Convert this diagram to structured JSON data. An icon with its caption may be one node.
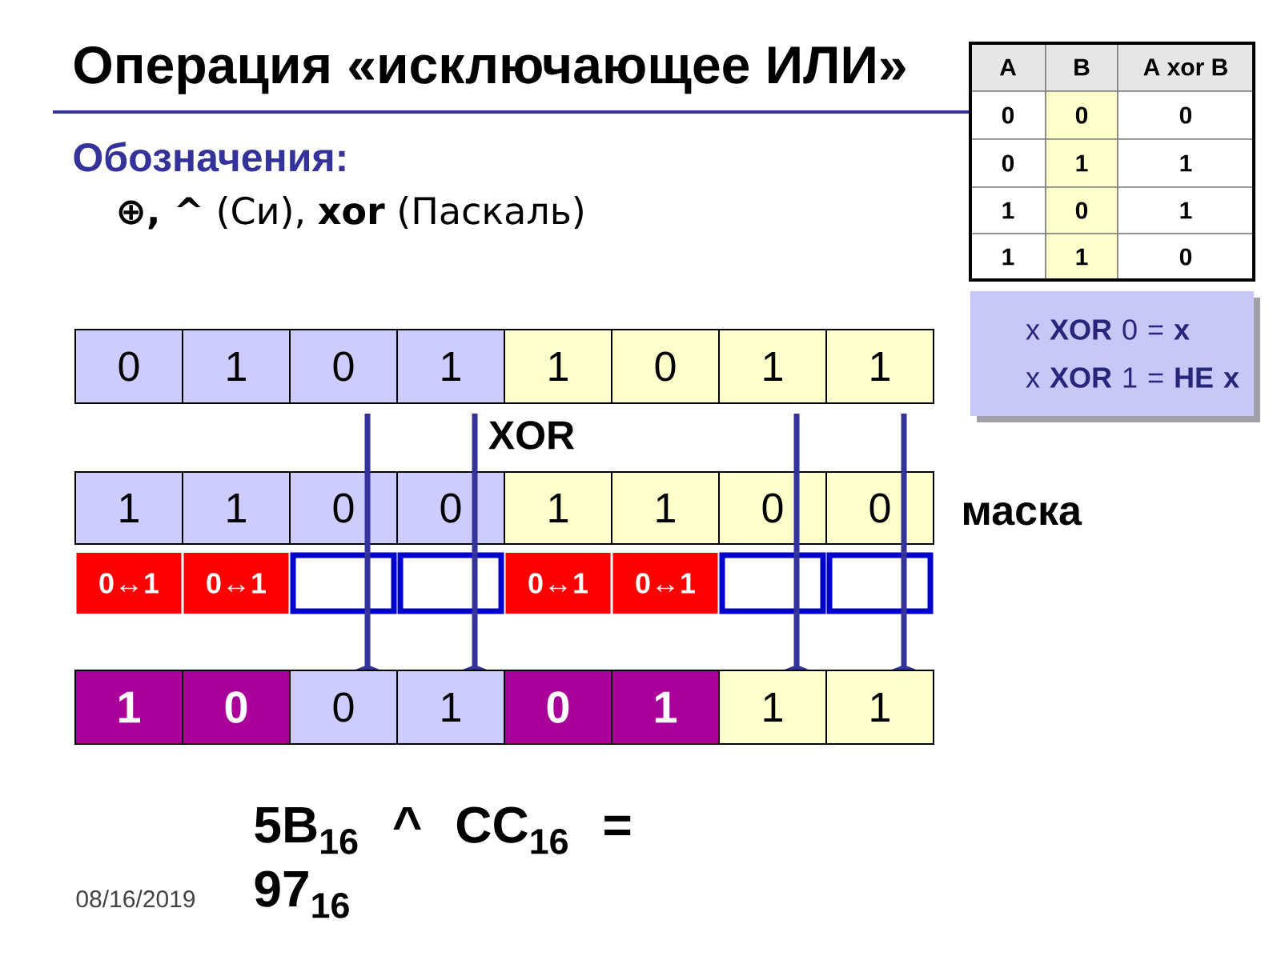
{
  "diagram": {
    "title": "Операция «исключающее ИЛИ»",
    "nodes": [
      {
        "text": [
          "x **XOR** 0 = **x**",
          "x **XOR** 1 = **НЕ x**"
        ]
      },
      {
        "text": [
          "0"
        ]
      },
      {
        "text": [
          "1"
        ]
      },
      {
        "text": [
          "0"
        ]
      },
      {
        "text": [
          "1"
        ]
      },
      {
        "text": [
          "1"
        ]
      },
      {
        "text": [
          "0"
        ]
      },
      {
        "text": [
          "1"
        ]
      },
      {
        "text": [
          "1"
        ]
      },
      {
        "text": [
          "1"
        ]
      },
      {
        "text": [
          "1"
        ]
      },
      {
        "text": [
          "0"
        ]
      },
      {
        "text": [
          "0"
        ]
      },
      {
        "text": [
          "1"
        ]
      },
      {
        "text": [
          "1"
        ]
      },
      {
        "text": [
          "0"
        ]
      },
      {
        "text": [
          "0"
        ]
      },
      {
        "text": [
          "0↔1"
        ]
      },
      {
        "text": [
          "0↔1"
        ]
      },
      {
        "text": [],
        "shape": "box"
      },
      {
        "text": [],
        "shape": "box"
      },
      {
        "text": [
          "0↔1"
        ]
      },
      {
        "text": [
          "0↔1"
        ]
      },
      {
        "text": [],
        "shape": "box"
      },
      {
        "text": [],
        "shape": "box"
      },
      {
        "text": [
          "1"
        ]
      },
      {
        "text": [
          "0"
        ]
      },
      {
        "text": [
          "0"
        ]
      },
      {
        "text": [
          "1"
        ]
      },
      {
        "text": [
          "0"
        ]
      },
      {
        "text": [
          "1"
        ]
      },
      {
        "text": [
          "1"
        ]
      },
      {
        "text": [
          "1"
        ]
      }
    ],
    "edges": [
      {
        "from": 3,
        "to": 11,
        "arrow": "none"
      },
      {
        "from": 11,
        "to": 19,
        "arrow": "none"
      },
      {
        "from": 19,
        "to": 27,
        "arrow": "other"
      },
      {
        "from": 4,
        "to": 12,
        "arrow": "none"
      },
      {
        "from": 12,
        "to": 20,
        "arrow": "none"
      },
      {
        "from": 20,
        "to": 28,
        "arrow": "other"
      },
      {
        "from": 7,
        "to": 15,
        "arrow": "none"
      },
      {
        "from": 15,
        "to": 23,
        "arrow": "none"
      },
      {
        "from": 23,
        "to": 31,
        "arrow": "other"
      },
      {
        "from": 8,
        "to": 16,
        "arrow": "none"
      },
      {
        "from": 16,
        "to": 24,
        "arrow": "none"
      },
      {
        "from": 24,
        "to": 32,
        "arrow": "other"
      }
    ],
    "labels": [
      "Обозначения:",
      "**⊕, ^** (Си), **xor** (Паскаль)",
      "A",
      "B",
      "A xor B",
      "0",
      "0",
      "0",
      "0",
      "1",
      "1",
      "1",
      "0",
      "1",
      "1",
      "1",
      "0",
      "XOR",
      "маска",
      "5B$_{16}$ ^ CC$_{16}$ = 97$_{16}$",
      "08/16/2019"
    ]
  }
}
